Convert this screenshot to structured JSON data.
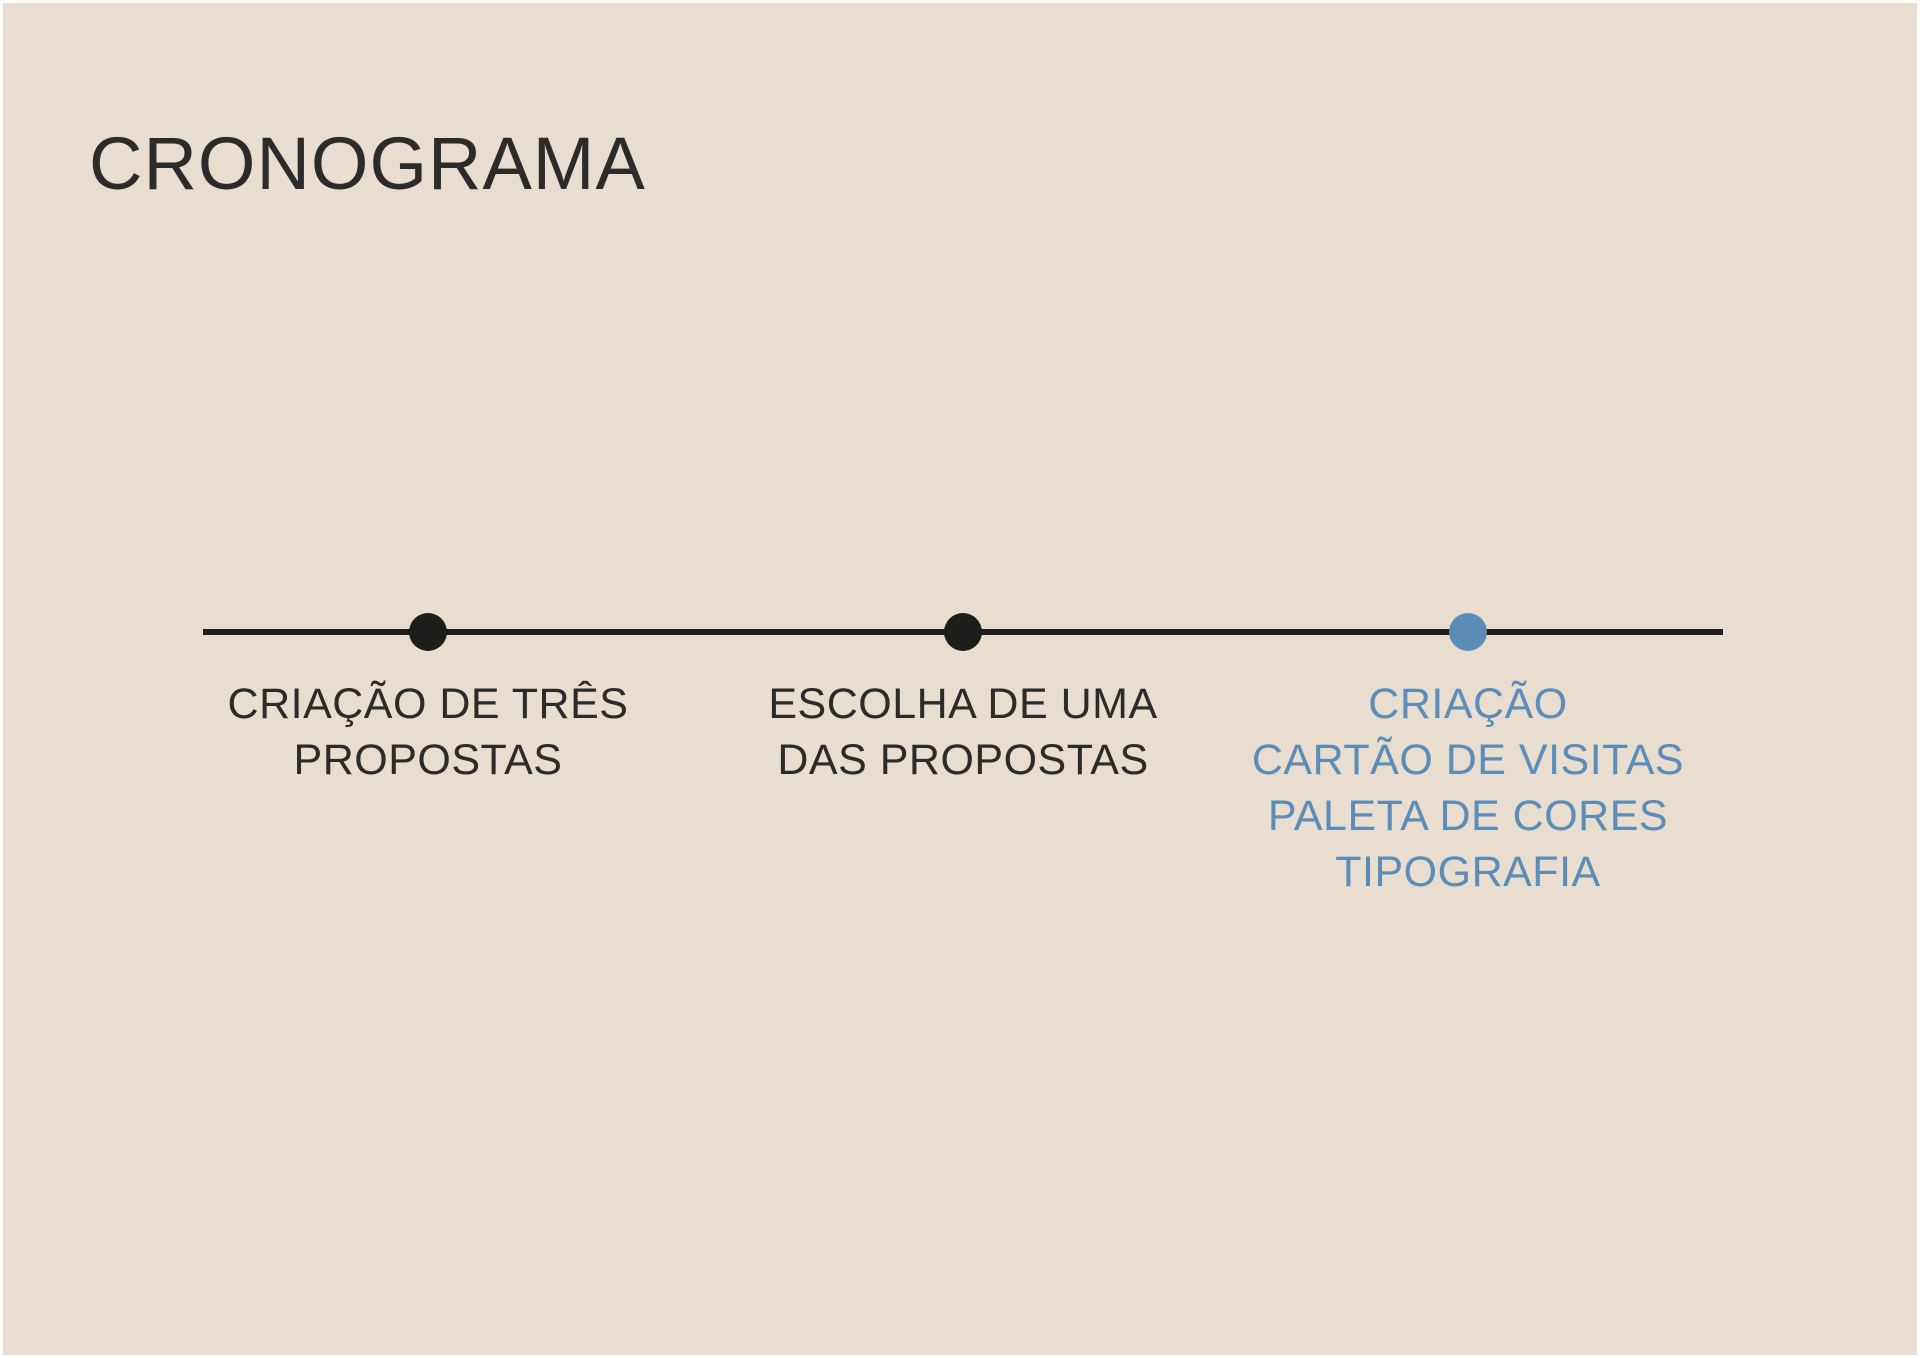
{
  "title": "CRONOGRAMA",
  "colors": {
    "background": "#e8ddce",
    "line": "#1d1d1b",
    "text_dark": "#2b2b2b",
    "accent_blue": "#5b8db8"
  },
  "timeline": {
    "steps": [
      {
        "lines": [
          "CRIAÇÃO DE TRÊS",
          "PROPOSTAS"
        ],
        "color": "#1d1d1b",
        "text_color": "#2b2b2b"
      },
      {
        "lines": [
          "ESCOLHA DE UMA",
          "DAS PROPOSTAS"
        ],
        "color": "#1d1d1b",
        "text_color": "#2b2b2b"
      },
      {
        "lines": [
          "CRIAÇÃO",
          "CARTÃO DE VISITAS",
          "PALETA DE CORES",
          "TIPOGRAFIA"
        ],
        "color": "#5b8db8",
        "text_color": "#5b8db8"
      }
    ]
  }
}
